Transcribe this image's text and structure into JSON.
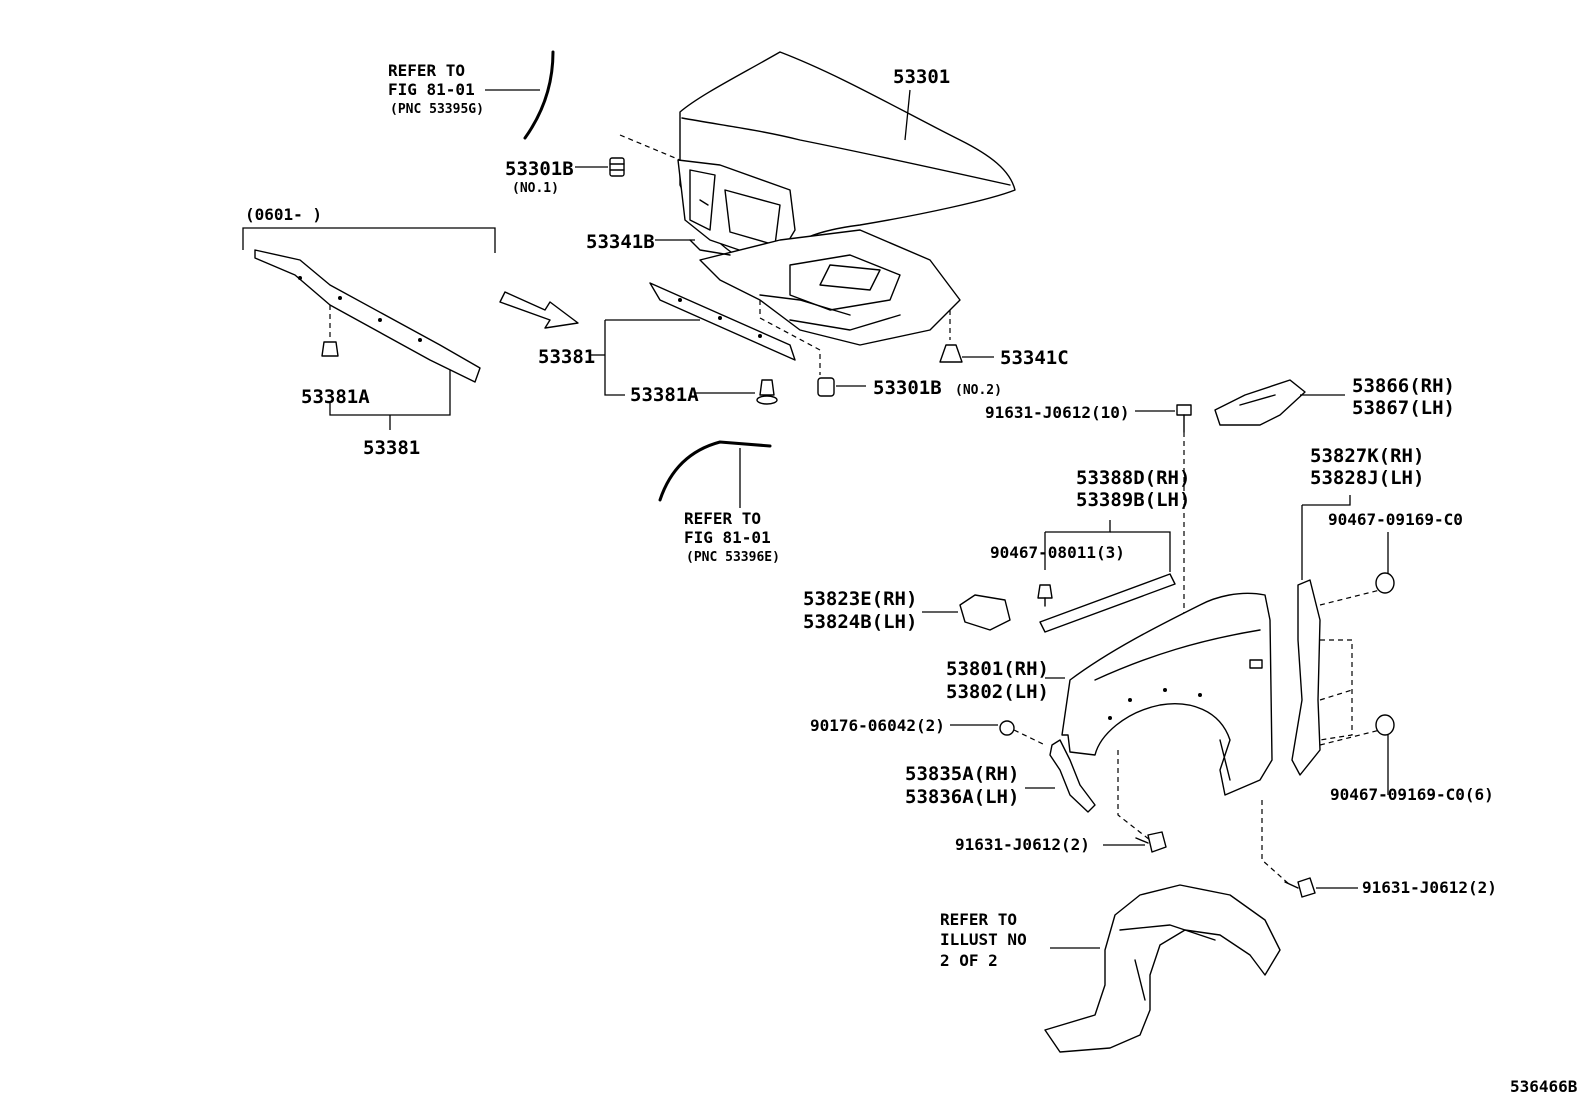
{
  "diagram_id": "536466B",
  "labels": {
    "refer_fig_top_1": "REFER TO",
    "refer_fig_top_2": "FIG 81-01",
    "refer_fig_top_3": "(PNC 53395G)",
    "p53301": "53301",
    "p53301B_no1": "53301B",
    "no1": "(NO.1)",
    "date_range": "(0601-      )",
    "p53341B": "53341B",
    "p53381_right": "53381",
    "p53341C": "53341C",
    "p53381A_left": "53381A",
    "p53381_left": "53381",
    "p53381A_right": "53381A",
    "p53301B_no2": "53301B",
    "no2": "(NO.2)",
    "p91631_10": "91631-J0612(10)",
    "p53866": "53866(RH)",
    "p53867": "53867(LH)",
    "refer_fig_mid_1": "REFER TO",
    "refer_fig_mid_2": "FIG 81-01",
    "refer_fig_mid_3": "(PNC 53396E)",
    "p53827K": "53827K(RH)",
    "p53828J": "53828J(LH)",
    "p53388D": "53388D(RH)",
    "p53389B": "53389B(LH)",
    "p90467_c0_top": "90467-09169-C0",
    "p90467_08011": "90467-08011(3)",
    "p53823E": "53823E(RH)",
    "p53824B": "53824B(LH)",
    "p53801": "53801(RH)",
    "p53802": "53802(LH)",
    "p90176": "90176-06042(2)",
    "p53835A": "53835A(RH)",
    "p53836A": "53836A(LH)",
    "p90467_c0_6": "90467-09169-C0(6)",
    "p91631_2_mid": "91631-J0612(2)",
    "p91631_2_right": "91631-J0612(2)",
    "refer_illust_1": "REFER TO",
    "refer_illust_2": "ILLUST NO",
    "refer_illust_3": "2 OF 2"
  },
  "icons": [
    "arrow-icon",
    "clip-icon",
    "bolt-icon",
    "nut-icon"
  ]
}
